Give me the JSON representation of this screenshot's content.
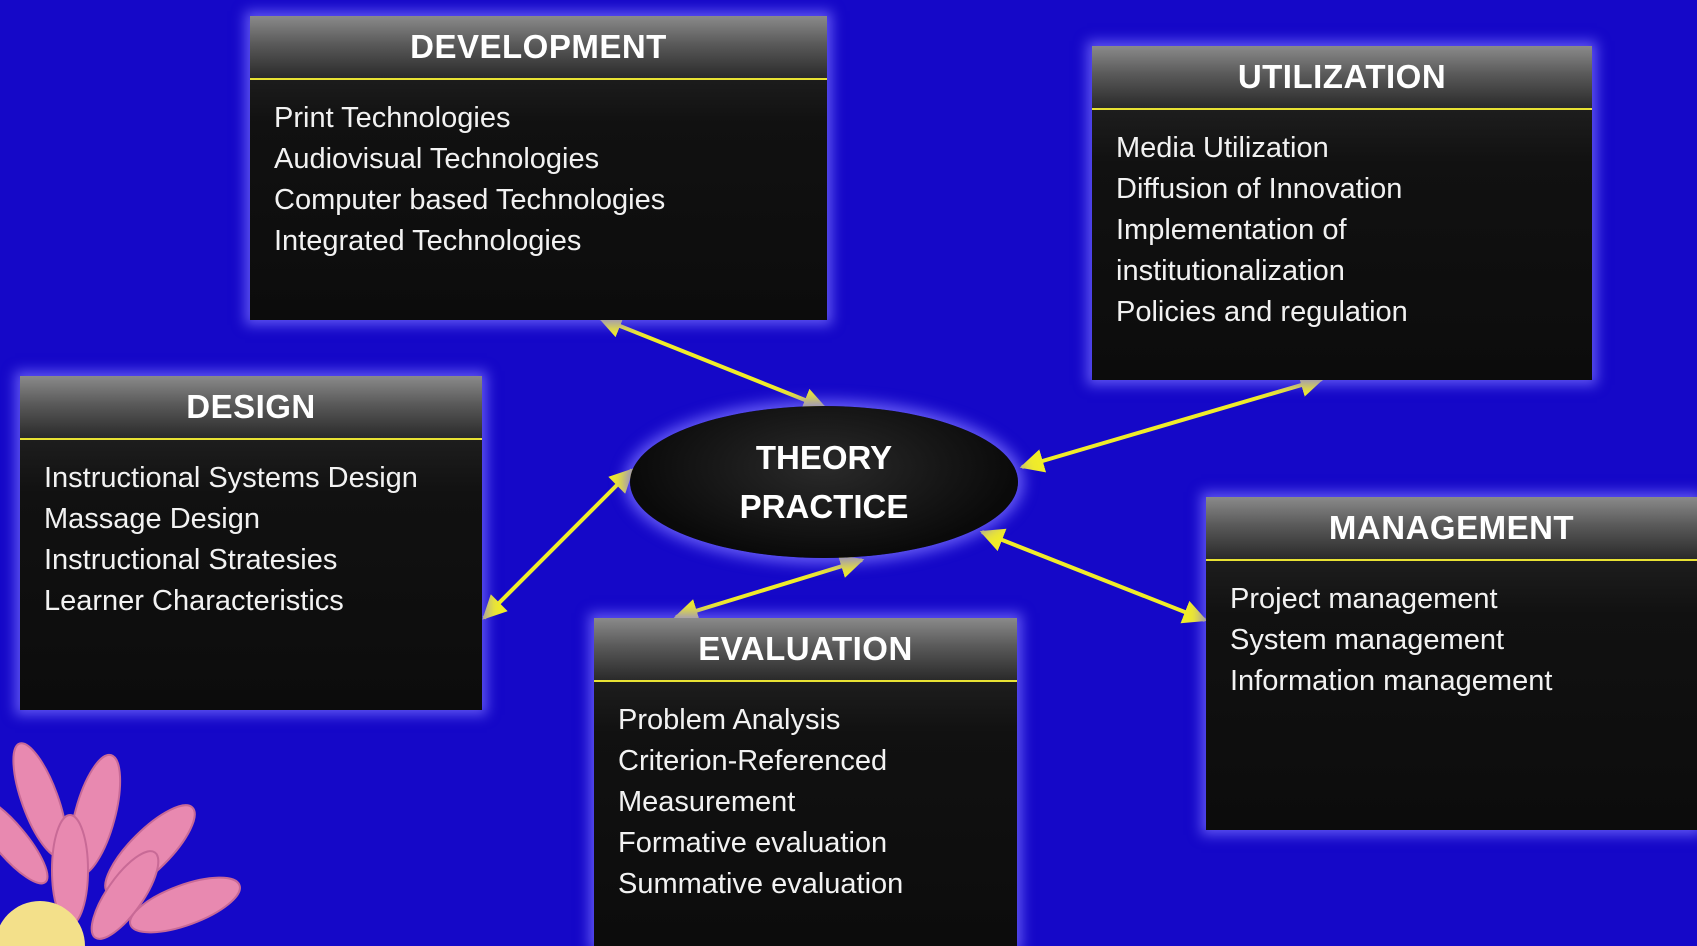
{
  "center": {
    "line1": "THEORY",
    "line2": "PRACTICE"
  },
  "development": {
    "title": "DEVELOPMENT",
    "items": [
      "Print Technologies",
      "Audiovisual Technologies",
      "Computer based Technologies",
      "Integrated Technologies"
    ]
  },
  "utilization": {
    "title": "UTILIZATION",
    "items": [
      "Media Utilization",
      "Diffusion of  Innovation",
      "Implementation of",
      "institutionalization",
      "Policies and regulation"
    ]
  },
  "design": {
    "title": "DESIGN",
    "items": [
      "Instructional Systems Design",
      "Massage Design",
      "Instructional Stratesies",
      "Learner Characteristics"
    ]
  },
  "management": {
    "title": "MANAGEMENT",
    "items": [
      "Project management",
      "System management",
      "Information management"
    ]
  },
  "evaluation": {
    "title": "EVALUATION",
    "items": [
      "Problem Analysis",
      "Criterion-Referenced",
      "Measurement",
      "Formative evaluation",
      "Summative evaluation"
    ]
  },
  "colors": {
    "background": "#1508c8",
    "accent": "#e8e234",
    "box": "#0c0c0c"
  }
}
